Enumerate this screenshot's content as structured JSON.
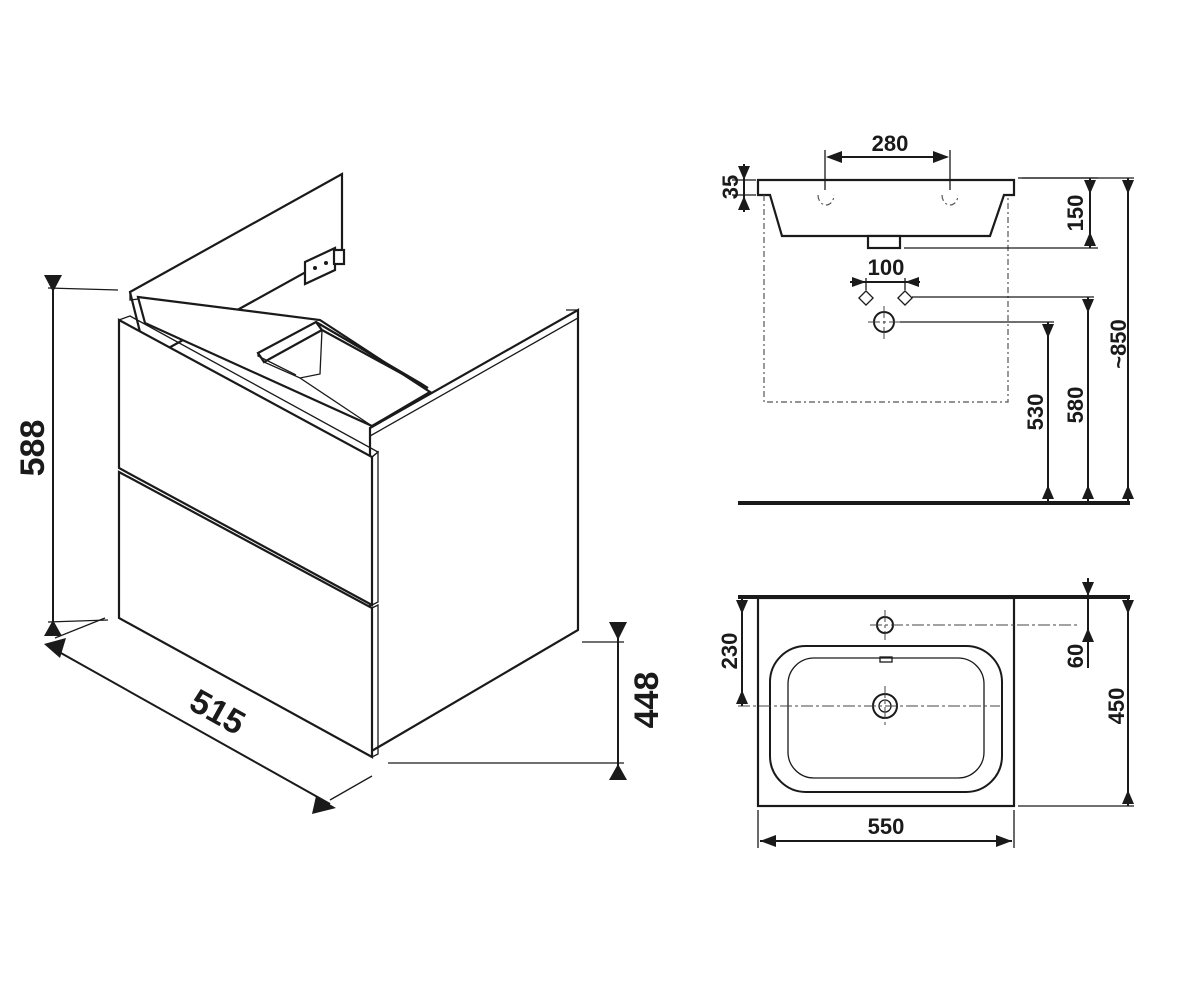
{
  "cabinet": {
    "dims": {
      "height": "588",
      "depth": "515",
      "front_height": "448"
    }
  },
  "basin_side": {
    "dims": {
      "rim_thickness": "35",
      "tap_spacing": "280",
      "bowl_depth": "150",
      "overall_height": "~850",
      "waste_spacing": "100",
      "waste_height_1": "580",
      "waste_height_2": "530"
    }
  },
  "basin_top": {
    "dims": {
      "width": "550",
      "depth": "450",
      "tap_offset": "60",
      "drain_offset": "230"
    }
  }
}
